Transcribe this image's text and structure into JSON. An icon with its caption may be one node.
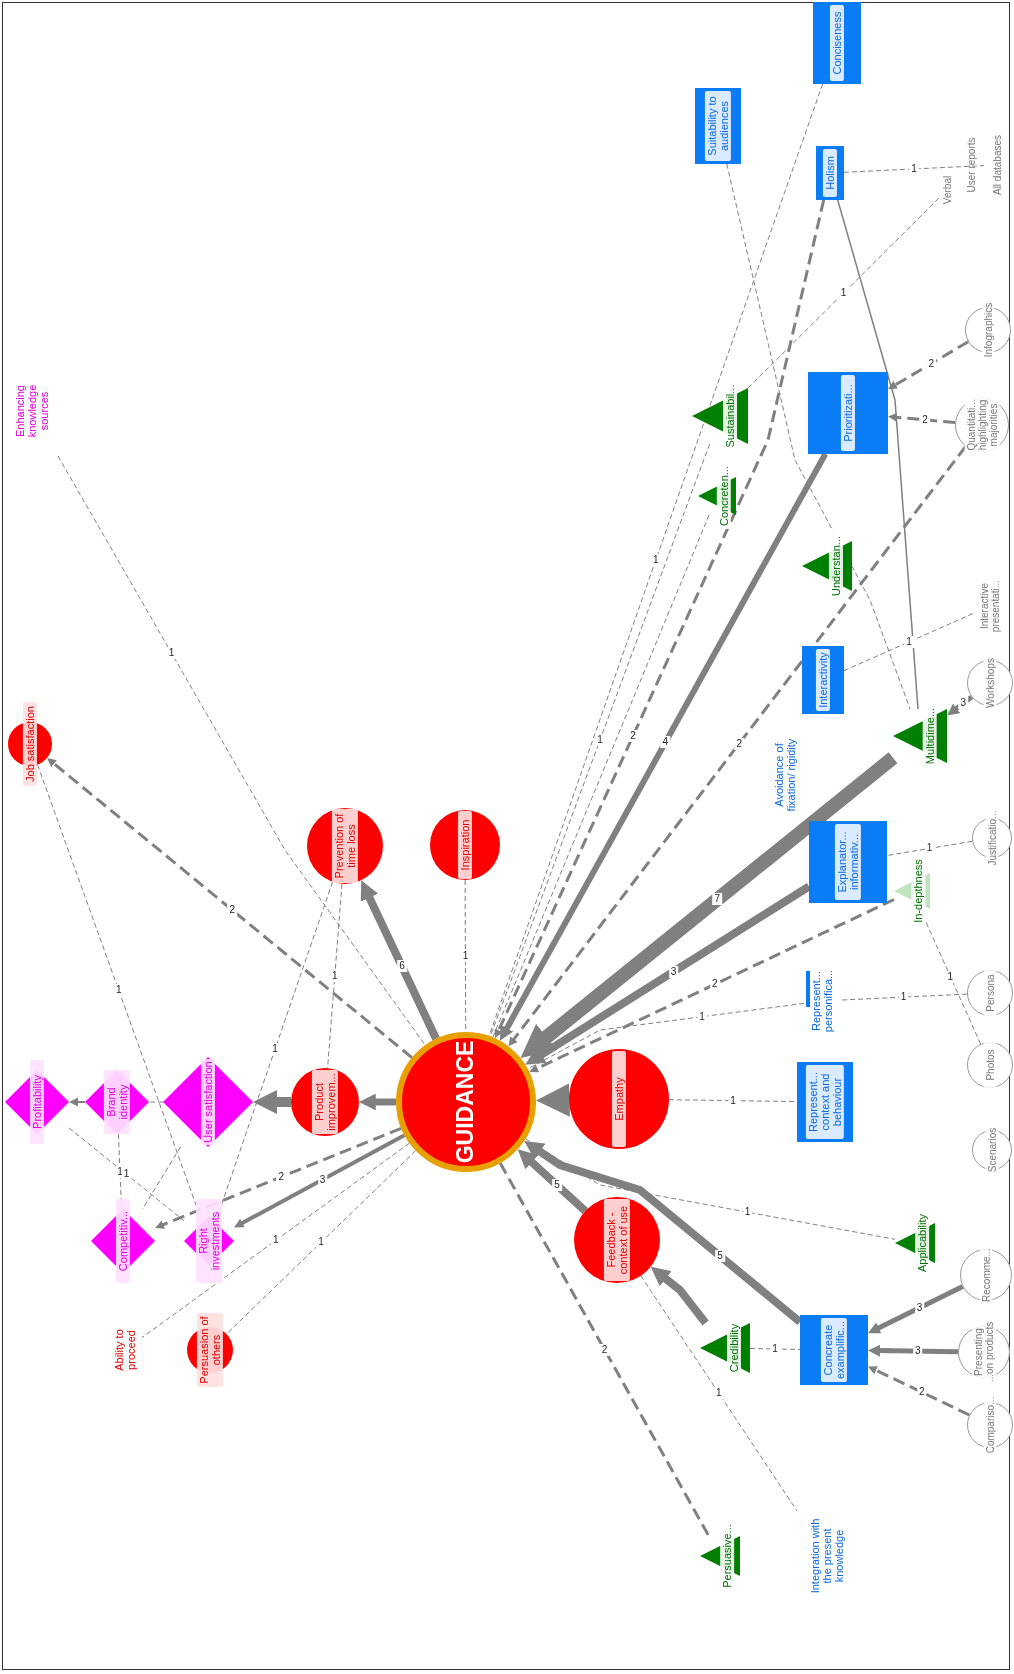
{
  "diagram": {
    "nodes": [
      {
        "text": [
          "GUIDANCE"
        ]
      },
      {
        "text": [
          "Job satisfaction"
        ]
      },
      {
        "text": [
          "Prevention of time loss"
        ]
      },
      {
        "text": [
          "Inspiration"
        ]
      },
      {
        "text": [
          "Product improvem..."
        ]
      },
      {
        "text": [
          "Empathy"
        ]
      },
      {
        "text": [
          "Feedback - context of use"
        ]
      },
      {
        "text": [
          "Persuasion of others"
        ]
      },
      {
        "text": [
          "Ability to proceed"
        ]
      },
      {
        "text": [
          "Profitability"
        ]
      },
      {
        "text": [
          "Brand identity"
        ]
      },
      {
        "text": [
          "User satisfaction"
        ]
      },
      {
        "text": [
          "Competitiv..."
        ]
      },
      {
        "text": [
          "Right investments"
        ]
      },
      {
        "text": [
          "Enhancing knowledge sources"
        ]
      },
      {
        "text": [
          "Sustainabil..."
        ]
      },
      {
        "text": [
          "Concreten..."
        ]
      },
      {
        "text": [
          "Understan..."
        ]
      },
      {
        "text": [
          "Multidime..."
        ]
      },
      {
        "text": [
          "In-depthness"
        ]
      },
      {
        "text": [
          "Applicability"
        ]
      },
      {
        "text": [
          "Credibility"
        ]
      },
      {
        "text": [
          "Persuasive..."
        ]
      },
      {
        "text": [
          "Conciseness"
        ]
      },
      {
        "text": [
          "Suitability to audiences"
        ]
      },
      {
        "text": [
          "Holism"
        ]
      },
      {
        "text": [
          "Prioritizati..."
        ]
      },
      {
        "text": [
          "Interactivity"
        ]
      },
      {
        "text": [
          "Avoidance of fixation/ rigidity"
        ]
      },
      {
        "text": [
          "Explanator... informativ..."
        ]
      },
      {
        "text": [
          "Represent... personifica..."
        ]
      },
      {
        "text": [
          "Represent... context and behaviour"
        ]
      },
      {
        "text": [
          "Concreate examplific..."
        ]
      },
      {
        "text": [
          "Integration with the present knowledge"
        ]
      },
      {
        "text": [
          "All databases"
        ]
      },
      {
        "text": [
          "User reports"
        ]
      },
      {
        "text": [
          "Verbal"
        ]
      },
      {
        "text": [
          "Infographics"
        ]
      },
      {
        "text": [
          "Quantitati... highlighting majorities"
        ]
      },
      {
        "text": [
          "Interactive presentati..."
        ]
      },
      {
        "text": [
          "Workshops"
        ]
      },
      {
        "text": [
          "Justificatio..."
        ]
      },
      {
        "text": [
          "Persona"
        ]
      },
      {
        "text": [
          "Photos"
        ]
      },
      {
        "text": [
          "Scenarios"
        ]
      },
      {
        "text": [
          "Recomme..."
        ]
      },
      {
        "text": [
          "Presenting ...on products"
        ]
      },
      {
        "text": [
          "Compariso..."
        ]
      }
    ],
    "edges": [
      {
        "from": 26,
        "to": 0,
        "arrow": "to",
        "label": "4",
        "style": "thick"
      },
      {
        "from": 18,
        "to": 0,
        "arrow": "to",
        "label": "7",
        "style": "thick"
      },
      {
        "from": 29,
        "to": 0,
        "arrow": "to",
        "label": "3",
        "style": "thick"
      },
      {
        "from": 5,
        "to": 0,
        "arrow": "to",
        "style": "thick"
      },
      {
        "from": 6,
        "to": 0,
        "arrow": "to",
        "label": "5",
        "style": "thick"
      },
      {
        "from": 32,
        "to": 0,
        "arrow": "to",
        "label": "5",
        "style": "thick"
      },
      {
        "from": 21,
        "to": 6,
        "arrow": "to",
        "style": "thick"
      },
      {
        "from": 0,
        "to": 2,
        "arrow": "to",
        "label": "6",
        "style": "thick"
      },
      {
        "from": 0,
        "to": 4,
        "arrow": "to",
        "style": "thick"
      },
      {
        "from": 4,
        "to": 11,
        "arrow": "to",
        "style": "thick"
      },
      {
        "from": 0,
        "to": 13,
        "arrow": "to",
        "label": "3",
        "style": "thick"
      },
      {
        "from": 0,
        "to": 12,
        "arrow": "to",
        "label": "2",
        "style": "dashed"
      },
      {
        "from": 0,
        "to": 1,
        "arrow": "to",
        "label": "2",
        "style": "dashed"
      },
      {
        "from": 0,
        "to": 22,
        "arrow": "none",
        "label": "2",
        "style": "dashed"
      },
      {
        "from": 14,
        "to": 0,
        "arrow": "none",
        "label": "1",
        "style": "dashed"
      },
      {
        "from": 3,
        "to": 0,
        "arrow": "none",
        "label": "1",
        "style": "dashed"
      },
      {
        "from": 2,
        "to": 4,
        "arrow": "none",
        "label": "1",
        "style": "dashed"
      },
      {
        "from": 1,
        "to": 13,
        "arrow": "none",
        "label": "1",
        "style": "dashed"
      },
      {
        "from": 2,
        "to": 13,
        "arrow": "none",
        "label": "1",
        "style": "dashed"
      },
      {
        "from": 0,
        "to": 8,
        "arrow": "none",
        "label": "1",
        "style": "dashed"
      },
      {
        "from": 0,
        "to": 7,
        "arrow": "none",
        "label": "1",
        "style": "dashed"
      },
      {
        "from": 5,
        "to": 31,
        "arrow": "none",
        "label": "1",
        "style": "dashed"
      },
      {
        "from": 21,
        "to": 32,
        "arrow": "none",
        "label": "1",
        "style": "dashed"
      },
      {
        "from": 0,
        "to": 20,
        "arrow": "none",
        "label": "1",
        "style": "dashed"
      },
      {
        "from": 6,
        "to": 33,
        "arrow": "none",
        "label": "1",
        "style": "dashed"
      },
      {
        "from": 19,
        "to": 0,
        "arrow": "to",
        "label": "2",
        "style": "dashed"
      },
      {
        "from": 30,
        "to": 0,
        "arrow": "none",
        "label": "1",
        "style": "dashed"
      },
      {
        "from": 25,
        "to": 0,
        "arrow": "to",
        "label": "2",
        "style": "dashed"
      },
      {
        "from": 23,
        "to": 0,
        "arrow": "none",
        "label": "1",
        "style": "dashed"
      },
      {
        "from": 38,
        "to": 0,
        "arrow": "to",
        "label": "2",
        "style": "dashed"
      },
      {
        "from": 37,
        "to": 26,
        "arrow": "to",
        "label": "2",
        "style": "dashed"
      },
      {
        "from": 38,
        "to": 26,
        "arrow": "to",
        "label": "2",
        "style": "dashed"
      },
      {
        "from": 40,
        "to": 18,
        "arrow": "to",
        "label": "3",
        "style": "thick"
      },
      {
        "from": 45,
        "to": 32,
        "arrow": "to",
        "label": "3",
        "style": "thick"
      },
      {
        "from": 46,
        "to": 32,
        "arrow": "to",
        "label": "3",
        "style": "thick"
      },
      {
        "from": 47,
        "to": 32,
        "arrow": "to",
        "label": "2",
        "style": "dashed"
      },
      {
        "from": 25,
        "to": 34,
        "arrow": "none",
        "label": "1",
        "style": "dashed"
      },
      {
        "from": 27,
        "to": 39,
        "arrow": "none",
        "label": "1",
        "style": "dashed"
      },
      {
        "from": 41,
        "to": 29,
        "arrow": "none",
        "label": "1",
        "style": "dashed"
      },
      {
        "from": 42,
        "to": 30,
        "arrow": "none",
        "label": "1",
        "style": "dashed"
      },
      {
        "from": 43,
        "to": 19,
        "arrow": "none",
        "label": "1",
        "style": "dashed"
      },
      {
        "from": 10,
        "to": 9,
        "arrow": "to"
      },
      {
        "from": 11,
        "to": 10,
        "arrow": "none",
        "style": "dashed"
      },
      {
        "from": 10,
        "to": 12,
        "arrow": "none",
        "label": "1",
        "style": "dashed"
      },
      {
        "from": 9,
        "to": 13,
        "arrow": "none",
        "label": "1",
        "style": "dashed"
      },
      {
        "from": 11,
        "to": 12,
        "arrow": "none",
        "style": "dashed"
      },
      {
        "from": 15,
        "to": 36,
        "arrow": "none",
        "label": "1",
        "style": "dashed"
      },
      {
        "from": 24,
        "to": 18,
        "arrow": "none",
        "style": "dashed"
      },
      {
        "from": 25,
        "to": 18,
        "arrow": "none"
      },
      {
        "from": 15,
        "to": 0,
        "arrow": "none",
        "label": "1",
        "style": "dashed"
      },
      {
        "from": 16,
        "to": 0,
        "arrow": "none",
        "style": "dashed"
      }
    ]
  }
}
